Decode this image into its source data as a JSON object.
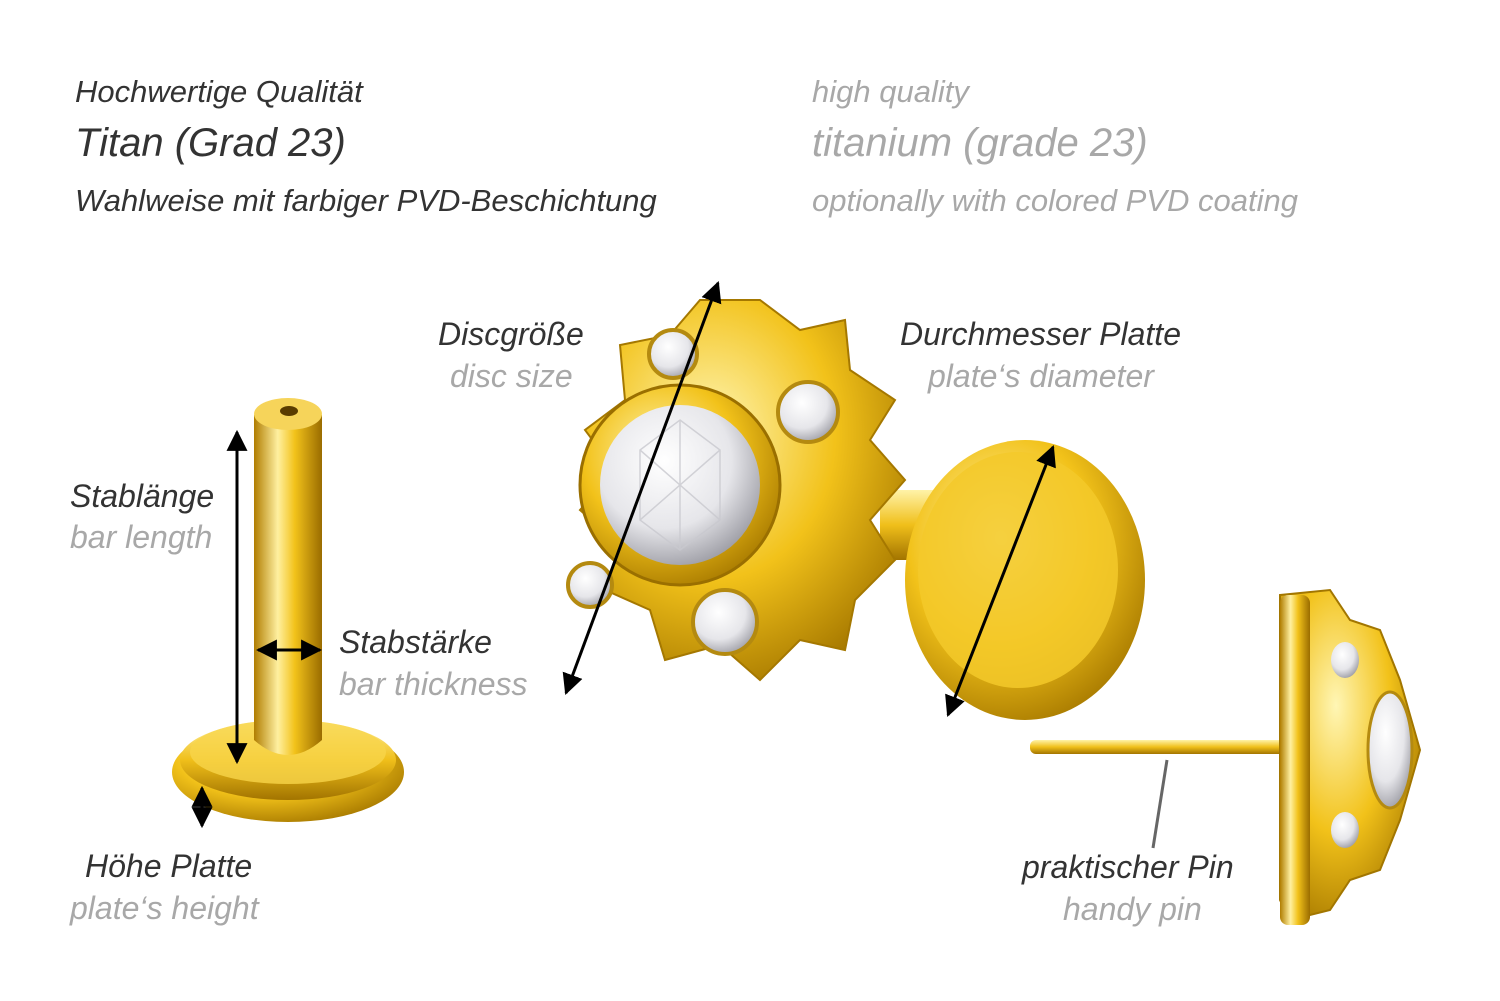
{
  "header": {
    "de": {
      "line1": "Hochwertige Qualität",
      "line2": "Titan (Grad 23)",
      "line3": "Wahlweise mit farbiger PVD-Beschichtung"
    },
    "en": {
      "line1": "high quality",
      "line2": "titanium (grade 23)",
      "line3": "optionally with colored PVD coating"
    }
  },
  "labels": {
    "bar_length": {
      "de": "Stablänge",
      "en": "bar length"
    },
    "bar_thickness": {
      "de": "Stabstärke",
      "en": "bar thickness"
    },
    "plate_height": {
      "de": "Höhe Platte",
      "en": "plate‘s height"
    },
    "disc_size": {
      "de": "Discgröße",
      "en": "disc size"
    },
    "plate_diameter": {
      "de": "Durchmesser Platte",
      "en": "plate‘s diameter"
    },
    "handy_pin": {
      "de": "praktischer Pin",
      "en": "handy pin"
    }
  },
  "colors": {
    "gold_light": "#fff2a0",
    "gold_mid": "#f2c21a",
    "gold_dark": "#a67a00",
    "crystal": "#f4f4f6",
    "text_de": "#333333",
    "text_en": "#a8a8a8"
  }
}
